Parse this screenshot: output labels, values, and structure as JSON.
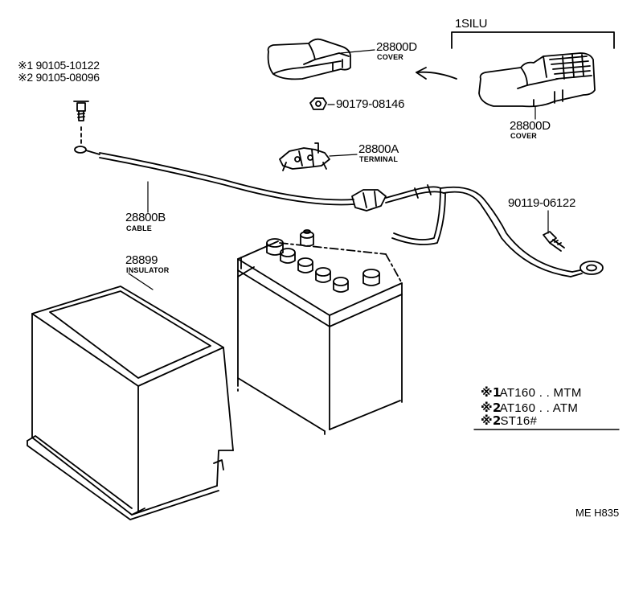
{
  "group": {
    "code": "1SILU"
  },
  "parts": {
    "cover_removed": {
      "number": "28800D",
      "name": "COVER"
    },
    "cover_installed": {
      "number": "28800D",
      "name": "COVER"
    },
    "nut": {
      "number": "90179-08146"
    },
    "terminal": {
      "number": "28800A",
      "name": "TERMINAL"
    },
    "cable": {
      "number": "28800B",
      "name": "CABLE"
    },
    "insulator": {
      "number": "28899",
      "name": "INSULATOR"
    },
    "bolt_cable": {
      "number": "90119-06122"
    }
  },
  "bolt_variants": [
    {
      "mark": "※1",
      "number": "90105-10122"
    },
    {
      "mark": "※2",
      "number": "90105-08096"
    }
  ],
  "legend": [
    {
      "mark": "※1",
      "text": "AT160 . . MTM"
    },
    {
      "mark": "※2",
      "text": "AT160 . . ATM"
    },
    {
      "mark": "※2",
      "text": "ST16#"
    }
  ],
  "drawing_code": "ME H835"
}
